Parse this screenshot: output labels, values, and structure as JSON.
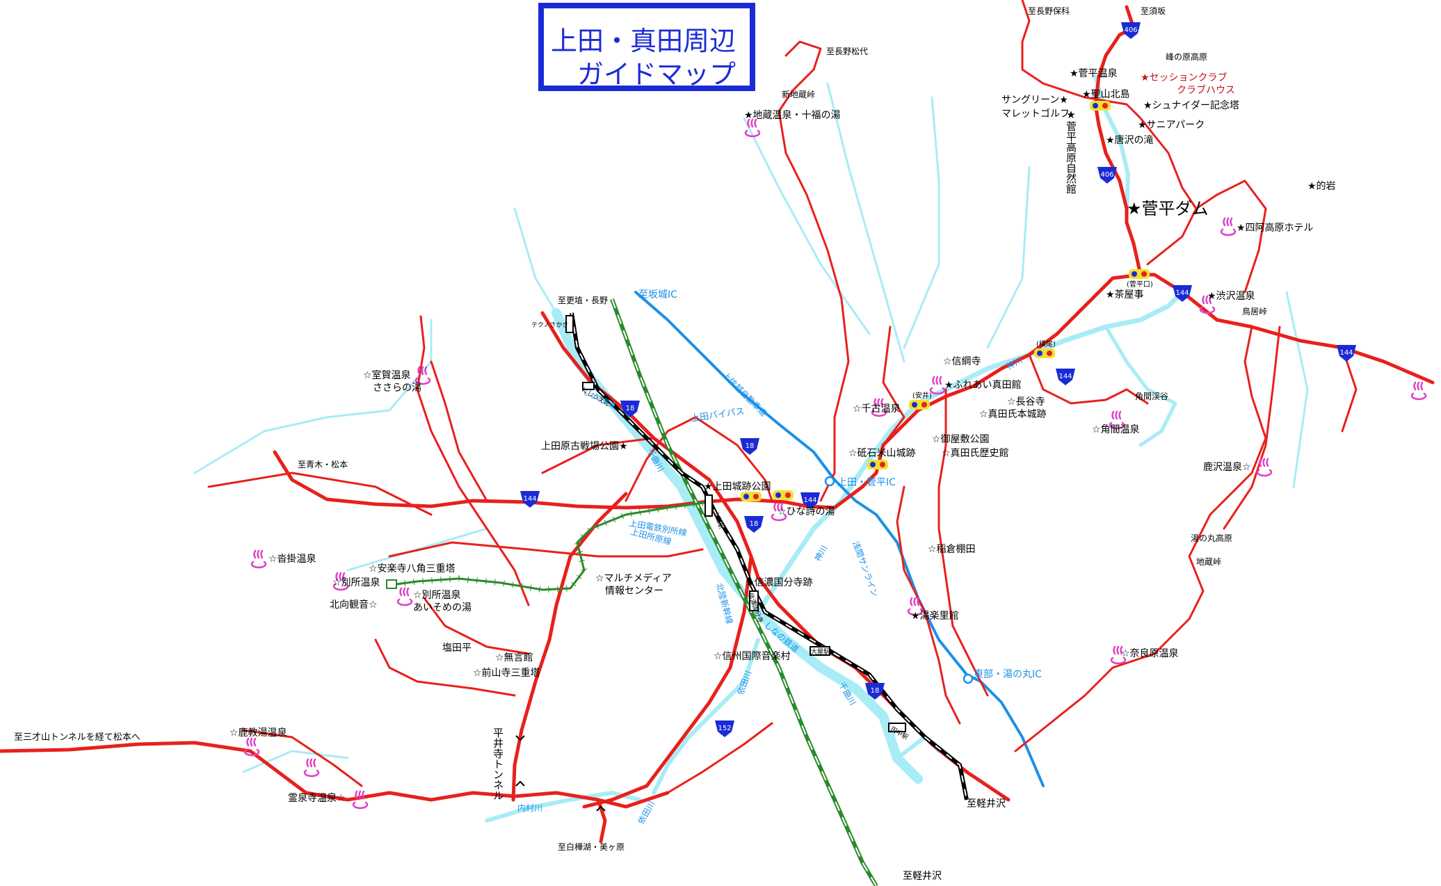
{
  "title": {
    "line1": "上田・真田周辺",
    "line2": "ガイドマップ"
  },
  "colors": {
    "road": "#e8201c",
    "river": "#a8ecf6",
    "expressway": "#1a90e8",
    "shinkansen": "#2a8a2a",
    "rail": "#000000",
    "title": "#1a2bd6",
    "onsen": "#e040c8",
    "shield": "#1a2bd6"
  },
  "icons": {
    "onsen": "onsen-icon",
    "route_shield": "route-shield-icon",
    "traffic_light": "traffic-light-icon",
    "interchange": "ic-circle-icon",
    "tunnel": "tunnel-mark-icon"
  },
  "routes": [
    {
      "num": "406"
    },
    {
      "num": "406"
    },
    {
      "num": "144"
    },
    {
      "num": "144"
    },
    {
      "num": "144"
    },
    {
      "num": "144"
    },
    {
      "num": "18"
    },
    {
      "num": "18"
    },
    {
      "num": "18"
    },
    {
      "num": "18"
    },
    {
      "num": "144"
    },
    {
      "num": "152"
    }
  ],
  "places": [
    {
      "text": "至長野保科"
    },
    {
      "text": "至須坂"
    },
    {
      "text": "峰の原高原"
    },
    {
      "text": "★菅平温泉"
    },
    {
      "text": "★セッションクラブ"
    },
    {
      "text": "クラブハウス"
    },
    {
      "text": "サングリーン★"
    },
    {
      "text": "マレットゴルフ"
    },
    {
      "text": "★聖山北島"
    },
    {
      "text": "★シュナイダー記念塔"
    },
    {
      "text": "★サニアパーク"
    },
    {
      "text": "★唐沢の滝"
    },
    {
      "text": "★菅平高原自然館"
    },
    {
      "text": "★菅平ダム"
    },
    {
      "text": "★的岩"
    },
    {
      "text": "★四阿高原ホテル"
    },
    {
      "text": "(菅平口)"
    },
    {
      "text": "★茶屋事"
    },
    {
      "text": "★渋沢温泉"
    },
    {
      "text": "鳥居峠"
    },
    {
      "text": "(横尾)"
    },
    {
      "text": "☆信綱寺"
    },
    {
      "text": "★ふれあい真田館"
    },
    {
      "text": "角間渓谷"
    },
    {
      "text": "☆角間温泉"
    },
    {
      "text": "(安井)"
    },
    {
      "text": "☆千古温泉"
    },
    {
      "text": "☆長谷寺"
    },
    {
      "text": "☆真田氏本城跡"
    },
    {
      "text": "☆御屋敷公園"
    },
    {
      "text": "☆真田氏歴史館"
    },
    {
      "text": "☆砥石米山城跡"
    },
    {
      "text": "上田・菅平IC"
    },
    {
      "text": "至長野松代"
    },
    {
      "text": "新地蔵峠"
    },
    {
      "text": "★地蔵温泉・十福の湯"
    },
    {
      "text": "至更埴・長野"
    },
    {
      "text": "テクノさかき"
    },
    {
      "text": "至坂城IC"
    },
    {
      "text": "上信越自動車道"
    },
    {
      "text": "上田バイパス"
    },
    {
      "text": "☆室賀温泉"
    },
    {
      "text": "ささらの湯"
    },
    {
      "text": "至青木・松本"
    },
    {
      "text": "上田原古戦場公園★"
    },
    {
      "text": "★上田城跡公園"
    },
    {
      "text": "☆ひな詩の湯"
    },
    {
      "text": "上田所原線"
    },
    {
      "text": "鹿沢温泉☆"
    },
    {
      "text": "湯の丸高原"
    },
    {
      "text": "地蔵峠"
    },
    {
      "text": "☆稲倉棚田"
    },
    {
      "text": "★湯楽里館"
    },
    {
      "text": "☆奈良原温泉"
    },
    {
      "text": "東部・湯の丸IC"
    },
    {
      "text": "☆沓掛温泉"
    },
    {
      "text": "☆安楽寺八角三重塔"
    },
    {
      "text": "☆別所温泉"
    },
    {
      "text": "北向観音☆"
    },
    {
      "text": "☆別所温泉"
    },
    {
      "text": "あいそめの湯"
    },
    {
      "text": "☆マルチメディア"
    },
    {
      "text": "情報センター"
    },
    {
      "text": "★信濃国分寺跡"
    },
    {
      "text": "塩田平"
    },
    {
      "text": "☆無言館"
    },
    {
      "text": "☆前山寺三重塔"
    },
    {
      "text": "☆信州国際音楽村"
    },
    {
      "text": "至三才山トンネルを経て松本へ"
    },
    {
      "text": "☆鹿教湯温泉"
    },
    {
      "text": "霊泉寺温泉☆"
    },
    {
      "text": "平井寺トンネル"
    },
    {
      "text": "至白樺湖・美ヶ原"
    },
    {
      "text": "至軽井沢"
    },
    {
      "text": "至軽井沢"
    }
  ],
  "line_labels": [
    {
      "text": "千曲川"
    },
    {
      "text": "千曲川"
    },
    {
      "text": "神川"
    },
    {
      "text": "神川"
    },
    {
      "text": "依田川"
    },
    {
      "text": "内村川"
    },
    {
      "text": "依田川"
    },
    {
      "text": "北陸新幹線"
    },
    {
      "text": "浅間サンライン"
    },
    {
      "text": "しなの鉄道"
    },
    {
      "text": "上田電鉄別所線"
    },
    {
      "text": "しなの鉄道"
    },
    {
      "text": "上田駅"
    },
    {
      "text": "信濃国分寺"
    },
    {
      "text": "大屋駅"
    },
    {
      "text": "田中駅"
    },
    {
      "text": "にしうえだ"
    }
  ]
}
